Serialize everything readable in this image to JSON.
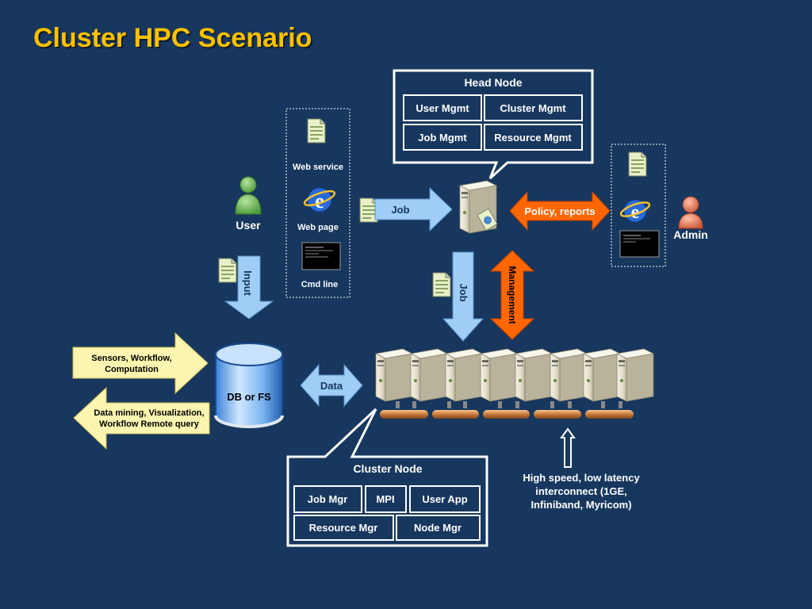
{
  "title": "Cluster HPC Scenario",
  "head_node": {
    "title": "Head Node",
    "cells": [
      "User Mgmt",
      "Cluster Mgmt",
      "Job Mgmt",
      "Resource Mgmt"
    ]
  },
  "client_panel": {
    "web_service": "Web service",
    "web_page": "Web page",
    "cmd_line": "Cmd line"
  },
  "user_label": "User",
  "admin_label": "Admin",
  "arrows": {
    "job_horizontal": "Job",
    "job_vertical": "Job",
    "input": "Input",
    "policy": "Policy, reports",
    "management": "Management",
    "data": "Data",
    "sensors": "Sensors, Workflow,\nComputation",
    "mining": "Data mining, Visualization,\nWorkflow Remote query"
  },
  "db_label": "DB or FS",
  "cluster_node": {
    "title": "Cluster Node",
    "row1": [
      "Job Mgr",
      "MPI",
      "User App"
    ],
    "row2": [
      "Resource Mgr",
      "Node Mgr"
    ]
  },
  "interconnect": "High speed, low latency\ninterconnect (1GE,\nInfiniband, Myricom)",
  "colors": {
    "background": "#17375e",
    "title": "#ffc000",
    "light_blue_arrow": "#9fcdf5",
    "orange_arrow": "#ff6600",
    "yellow_arrow": "#fbf5b0",
    "white": "#ffffff"
  }
}
